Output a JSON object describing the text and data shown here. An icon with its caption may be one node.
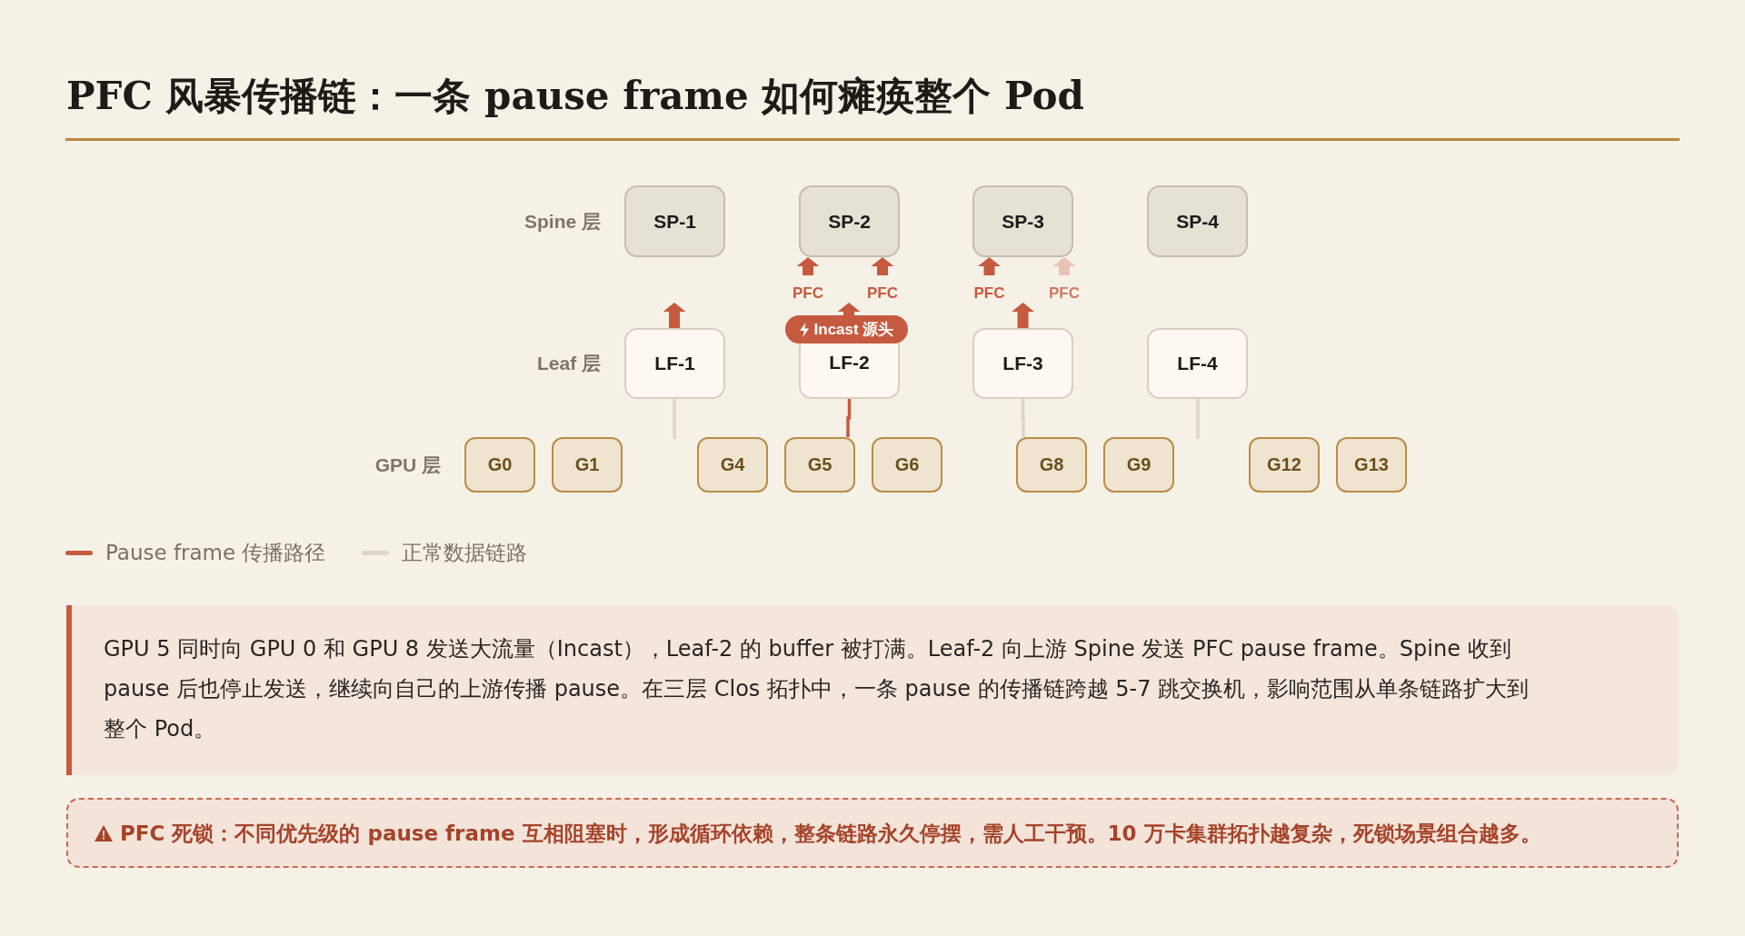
{
  "diagram": {
    "title": "PFC 风暴传播链：一条 pause frame 如何瘫痪整个 Pod",
    "nodes": [
      {
        "text": [
          "SP-1"
        ]
      },
      {
        "text": [
          "SP-2"
        ]
      },
      {
        "text": [
          "SP-3"
        ]
      },
      {
        "text": [
          "SP-4"
        ]
      },
      {
        "text": [
          "Incast 源头"
        ]
      },
      {
        "text": [
          "LF-1"
        ]
      },
      {
        "text": [
          "LF-2"
        ]
      },
      {
        "text": [
          "LF-3"
        ]
      },
      {
        "text": [
          "LF-4"
        ]
      },
      {
        "text": [
          "G0"
        ]
      },
      {
        "text": [
          "G1"
        ]
      },
      {
        "text": [
          "G4"
        ]
      },
      {
        "text": [
          "G5"
        ]
      },
      {
        "text": [
          "G6"
        ]
      },
      {
        "text": [
          "G8"
        ]
      },
      {
        "text": [
          "G9"
        ]
      },
      {
        "text": [
          "G12"
        ]
      },
      {
        "text": [
          "G13"
        ]
      },
      {
        "text": [
          "GPU 5 同时向 GPU 0 和 GPU 8 发送大流量（Incast），Leaf-2 的 buffer 被打满。Leaf-2 向上游 Spine 发送 PFC pause frame。Spine 收到 pause 后也停止发送，继续向自己的上游传播 pause。在三层 Clos 拓扑中，一条 pause 的传播链跨越 5-7 跳交换机，影响范围从单条链路扩大到整个 Pod。"
        ]
      },
      {
        "text": [
          "PFC 死锁：不同优先级的 pause frame 互相阻塞时，形成循环依赖，整条链路永久停摆，需人工干预。10 万卡集群拓扑越复杂，死锁场景组合越多。"
        ]
      }
    ],
    "edges": [
      {
        "from": 5,
        "to": null,
        "arrow": "none",
        "color": "#dbd5cb"
      },
      {
        "from": 6,
        "to": 12,
        "arrow": "none",
        "color": "#c65a3e"
      },
      {
        "from": 7,
        "to": 14,
        "arrow": "none",
        "color": "#dbd5cb"
      },
      {
        "from": 8,
        "to": null,
        "arrow": "none",
        "color": "#dbd5cb"
      },
      {
        "from": null,
        "to": 1,
        "arrow": "to",
        "label": "PFC",
        "style": "thick"
      },
      {
        "from": null,
        "to": 1,
        "arrow": "to",
        "label": "PFC",
        "style": "thick"
      },
      {
        "from": null,
        "to": 2,
        "arrow": "to",
        "label": "PFC",
        "style": "thick"
      },
      {
        "from": null,
        "to": 2,
        "arrow": "to",
        "label": "PFC",
        "style": "thick",
        "color": "#e8c2b5"
      },
      {
        "from": 5,
        "to": null,
        "arrow": "to",
        "style": "thick"
      },
      {
        "from": 4,
        "to": null,
        "arrow": "to",
        "style": "thick"
      },
      {
        "from": 7,
        "to": null,
        "arrow": "to",
        "style": "thick"
      }
    ],
    "labels": [
      "Spine 层",
      "Leaf 层",
      "GPU 层"
    ],
    "legend": [
      {
        "text": "Pause frame 传播路径",
        "color": "#c65a3e"
      },
      {
        "text": "正常数据链路",
        "color": "#dcd6cc"
      }
    ]
  }
}
